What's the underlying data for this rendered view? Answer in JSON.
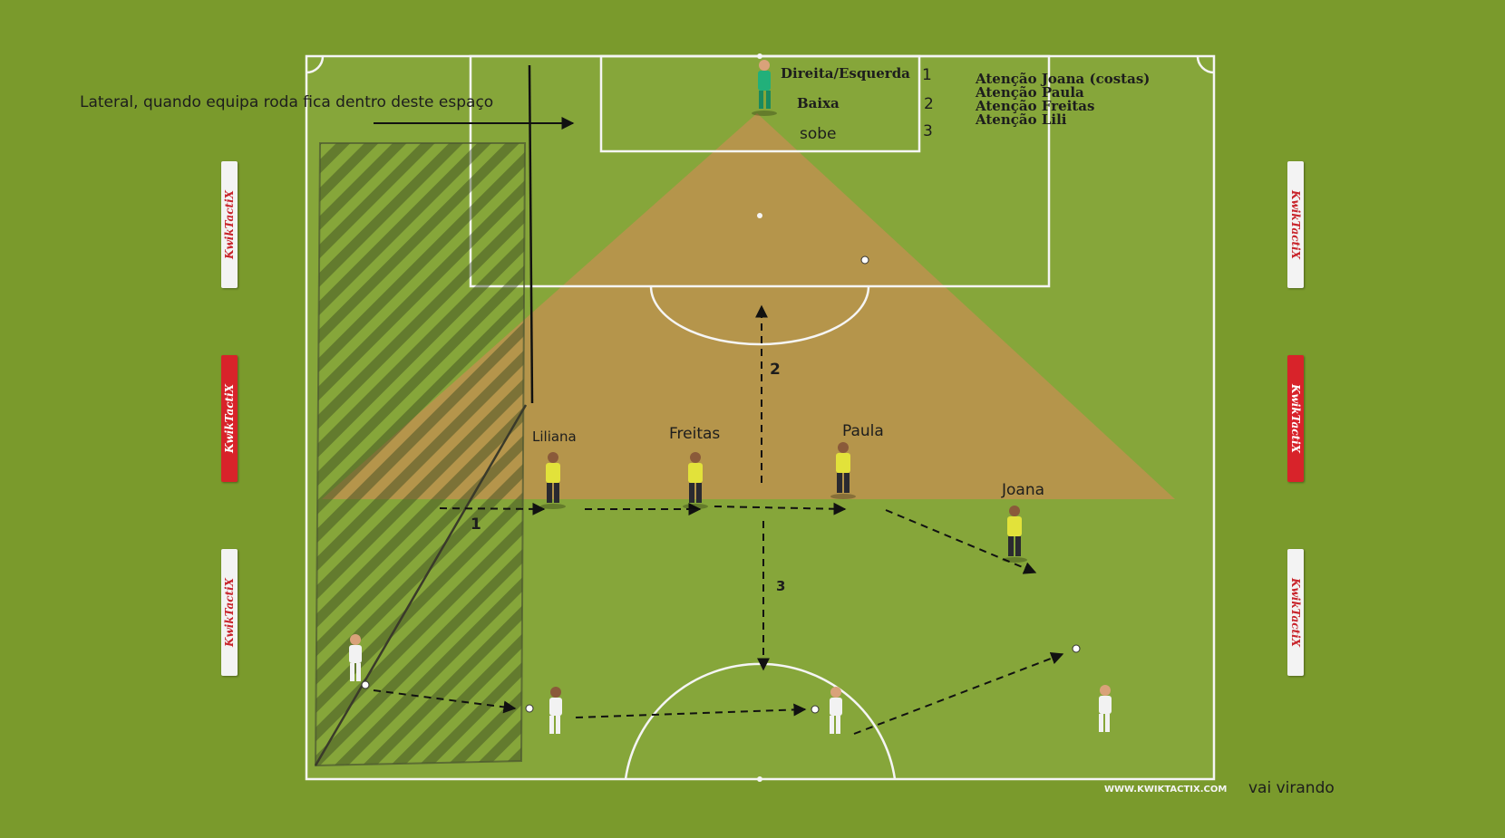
{
  "diagram": {
    "colors": {
      "grass": "#7a9a2c",
      "field": "#86a63a",
      "lines": "#f5f5f5",
      "zone": "#c48f52",
      "hatch": "#4a5a2a",
      "defender_bib": "#e2e23a",
      "attacker": "#f2f2f2",
      "goalkeeper": "#22b07a",
      "arrow": "#111111"
    },
    "note_instruction": "Lateral, quando equipa roda fica dentro deste espaço",
    "note_turning": "vai virando",
    "goalkeeper_calls": [
      {
        "text": "Direita/Esquerda",
        "number": "1"
      },
      {
        "text": "Baixa",
        "number": "2"
      },
      {
        "text": "sobe",
        "number": "3"
      }
    ],
    "attention_notes": [
      "Atenção Joana (costas)",
      "Atenção Paula",
      "Atenção Freitas",
      "Atenção Lili"
    ],
    "defenders": [
      "Liliana",
      "Freitas",
      "Paula",
      "Joana"
    ],
    "arrow_numbers": [
      "1",
      "2",
      "3"
    ],
    "boards": [
      "KwikTactiX",
      "KwikTactiX",
      "KwikTactiX",
      "KwikTactiX",
      "KwikTactiX",
      "KwikTactiX"
    ],
    "watermark": "WWW.KWIKTACTIX.COM"
  }
}
